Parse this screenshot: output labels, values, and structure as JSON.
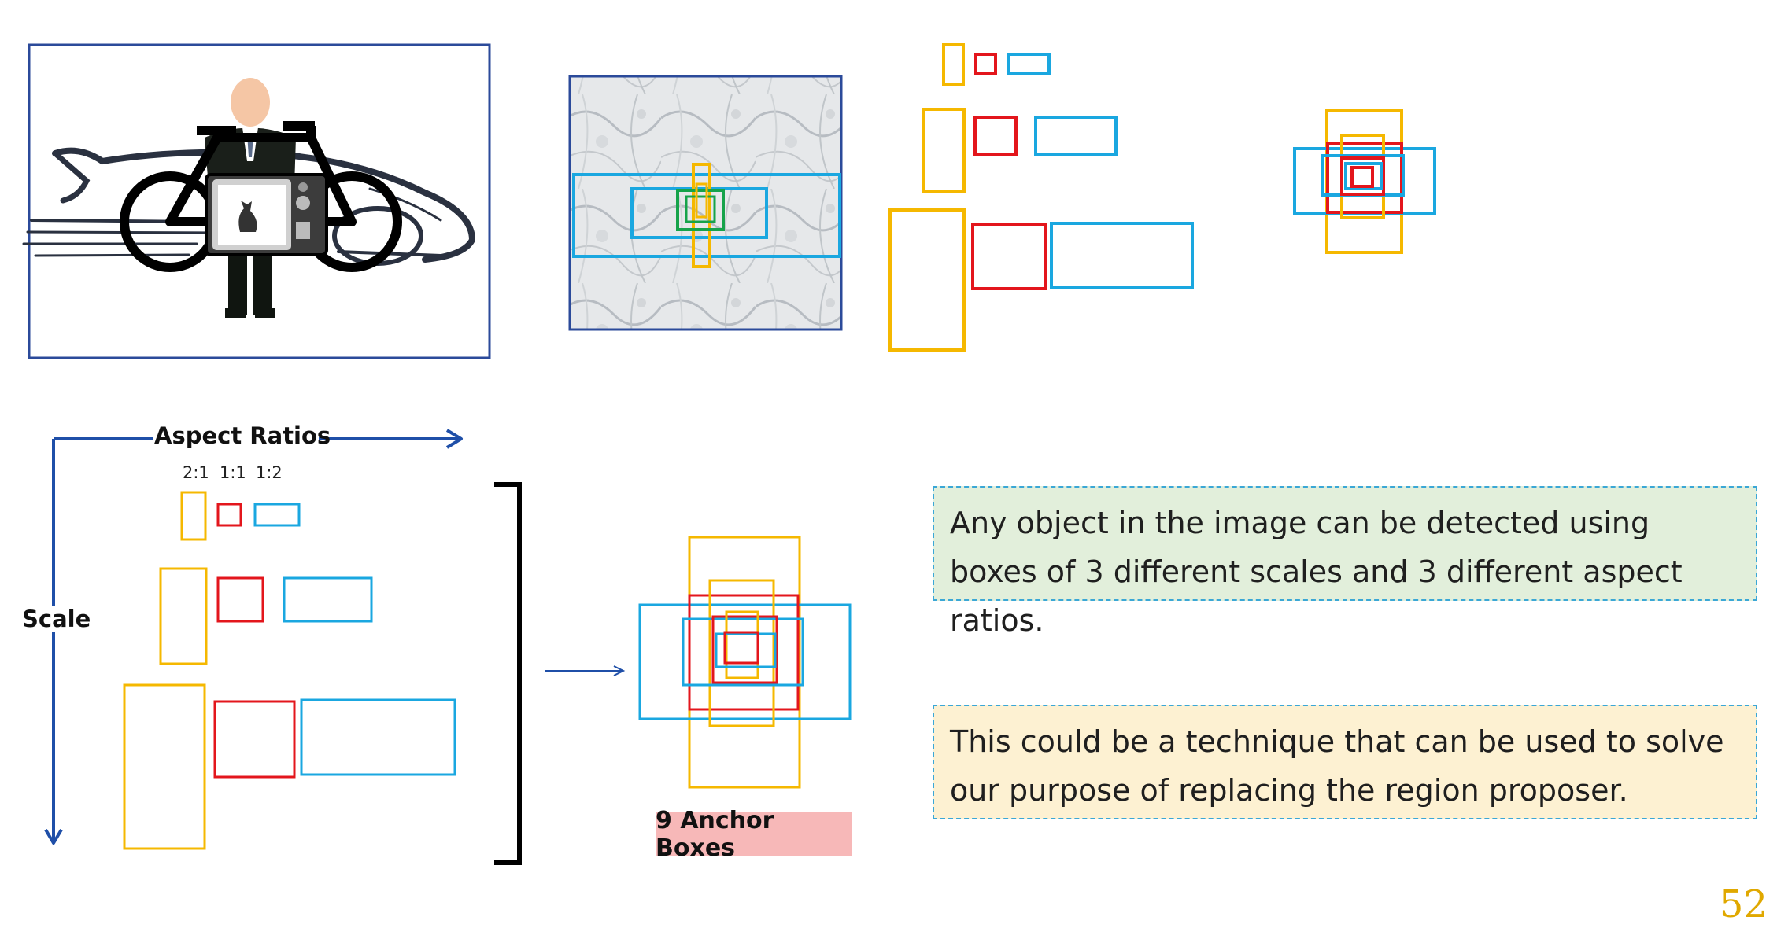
{
  "diagram": {
    "axis_horizontal_label": "Aspect Ratios",
    "axis_vertical_label": "Scale",
    "aspect_ratios": [
      "2:1",
      "1:1",
      "1:2"
    ],
    "anchor_label": "9 Anchor Boxes"
  },
  "notes": {
    "detect_text": "Any object in the image can be detected using boxes of 3 different scales and 3 different aspect ratios.",
    "technique_text": "This could be a technique that can be used to solve our purpose of replacing the region proposer."
  },
  "page_number": "52",
  "colors": {
    "box_tall": "#f5b800",
    "box_square": "#e3161c",
    "box_wide": "#1aa7e0",
    "box_small": "#16a34a",
    "axis": "#1f4fa8",
    "frame": "#2b4a9a"
  }
}
